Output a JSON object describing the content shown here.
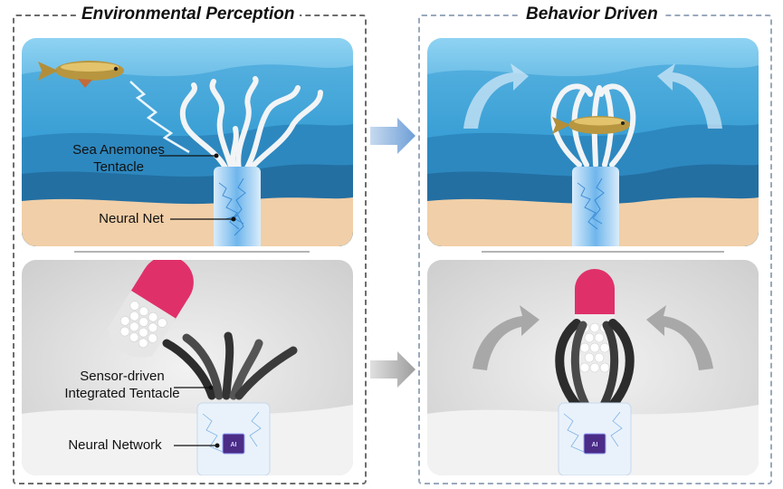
{
  "headings": {
    "left": "Environmental Perception",
    "right": "Behavior Driven"
  },
  "labels": {
    "tentacle_line1": "Sea Anemones",
    "tentacle_line2": "Tentacle",
    "neural_net": "Neural Net",
    "sensor_line1": "Sensor-driven",
    "sensor_line2": "Integrated Tentacle",
    "neural_network": "Neural Network",
    "chip_left": "AI",
    "chip_right": "AI"
  },
  "colors": {
    "water_light": "#5bb5e0",
    "water_deep": "#1f6fa3",
    "sand": "#f1cfa8",
    "frame_left": "#6d6d6d",
    "frame_right": "#9aa9bd",
    "capsule_cap": "#e0306a",
    "arrow_blue": "#7fa8d8",
    "arrow_grey": "#a8a8a8"
  },
  "icons": {
    "fish": "fish-icon",
    "capsule": "capsule-icon",
    "chip": "ai-chip-icon",
    "arrow": "flow-arrow-icon"
  }
}
